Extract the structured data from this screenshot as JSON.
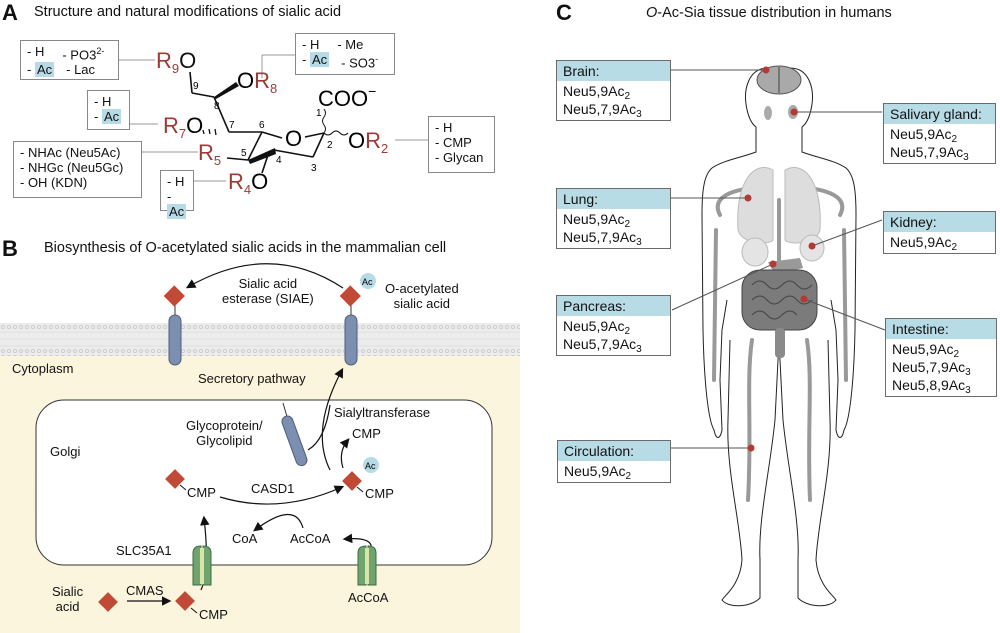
{
  "panelA": {
    "letter": "A",
    "title": "Structure and natural modifications of sialic acid",
    "r9_box": {
      "col1": [
        "- H",
        "- Ac"
      ],
      "col2": [
        "- PO3",
        "- Lac"
      ],
      "po3_charge": "2-"
    },
    "r8_box": {
      "col1": [
        "- H",
        "- Ac"
      ],
      "col2": [
        "- Me",
        "- SO3"
      ],
      "so3_charge": "-"
    },
    "r7_box": {
      "items": [
        "- H",
        "- Ac"
      ]
    },
    "r5_box": {
      "items": [
        "- NHAc (Neu5Ac)",
        "- NHGc (Neu5Gc)",
        "- OH (KDN)"
      ]
    },
    "r4_box": {
      "items": [
        "- H",
        "- Ac"
      ]
    },
    "r2_box": {
      "items": [
        "- H",
        "- CMP",
        "- Glycan"
      ]
    },
    "groups": {
      "r9": "R",
      "r9_sub": "9",
      "r8": "R",
      "r8_sub": "8",
      "r7": "R",
      "r7_sub": "7",
      "r5": "R",
      "r5_sub": "5",
      "r4": "R",
      "r4_sub": "4",
      "r2": "R",
      "r2_sub": "2",
      "oxygen": "O",
      "carboxylate": "COO",
      "carboxylate_charge": "−"
    },
    "carbon_numbers": [
      "1",
      "2",
      "3",
      "4",
      "5",
      "6",
      "7",
      "8",
      "9"
    ],
    "highlight_color": "#b6dbe6",
    "r_color": "#9c3b35"
  },
  "panelB": {
    "letter": "B",
    "title": "Biosynthesis of O-acetylated sialic acids in the mammalian cell",
    "labels": {
      "siae": [
        "Sialic acid",
        "esterase (SIAE)"
      ],
      "oac_sia": [
        "O-acetylated",
        "sialic acid"
      ],
      "cytoplasm": "Cytoplasm",
      "secretory": "Secretory pathway",
      "golgi": "Golgi",
      "glyco": [
        "Glycoprotein/",
        "Glycolipid"
      ],
      "sialyltransferase": "Sialyltransferase",
      "cmp_released": "CMP",
      "cmp_left": "CMP",
      "casd1": "CASD1",
      "cmp_right": "CMP",
      "ac": "Ac",
      "coa": "CoA",
      "accoa_in": "AcCoA",
      "slc35a1": "SLC35A1",
      "sialic_acid": [
        "Sialic",
        "acid"
      ],
      "cmas": "CMAS",
      "cmp_bottom": "CMP",
      "accoa_out": "AcCoA"
    },
    "colors": {
      "cytoplasm": "#fbf5de",
      "diamond": "#c04a35",
      "protein": "#7d8fb0",
      "transporter": "#6fa46f",
      "ac_bubble": "#b6dbe6"
    }
  },
  "panelC": {
    "letter": "C",
    "title_italic": "O",
    "title_rest": "-Ac-Sia tissue distribution in humans",
    "tissues": [
      {
        "name": "Brain:",
        "values": [
          [
            "Neu5,9Ac",
            "2"
          ],
          [
            "Neu5,7,9Ac",
            "3"
          ]
        ]
      },
      {
        "name": "Salivary gland:",
        "values": [
          [
            "Neu5,9Ac",
            "2"
          ],
          [
            "Neu5,7,9Ac",
            "3"
          ]
        ]
      },
      {
        "name": "Lung:",
        "values": [
          [
            "Neu5,9Ac",
            "2"
          ],
          [
            "Neu5,7,9Ac",
            "3"
          ]
        ]
      },
      {
        "name": "Kidney:",
        "values": [
          [
            "Neu5,9Ac",
            "2"
          ]
        ]
      },
      {
        "name": "Pancreas:",
        "values": [
          [
            "Neu5,9Ac",
            "2"
          ],
          [
            "Neu5,7,9Ac",
            "3"
          ]
        ]
      },
      {
        "name": "Intestine:",
        "values": [
          [
            "Neu5,9Ac",
            "2"
          ],
          [
            "Neu5,7,9Ac",
            "3"
          ],
          [
            "Neu5,8,9Ac",
            "3"
          ]
        ]
      },
      {
        "name": "Circulation:",
        "values": [
          [
            "Neu5,9Ac",
            "2"
          ]
        ]
      }
    ],
    "colors": {
      "header": "#b7dce6",
      "marker": "#b23a33"
    }
  }
}
